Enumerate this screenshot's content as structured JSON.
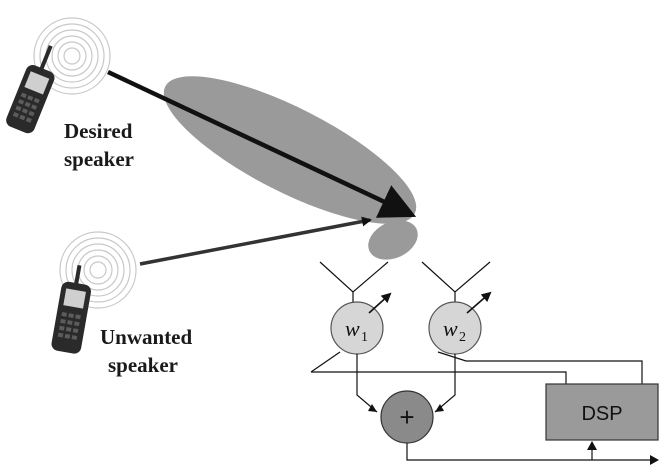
{
  "labels": {
    "desired_line1": "Desired",
    "desired_line2": "speaker",
    "unwanted_line1": "Unwanted",
    "unwanted_line2": "speaker"
  },
  "weights": {
    "w1_letter": "w",
    "w1_sub": "1",
    "w2_letter": "w",
    "w2_sub": "2"
  },
  "adder_symbol": "+",
  "dsp_label": "DSP",
  "colors": {
    "beam_fill": "#9a9a9a",
    "weight_fill": "#d6d6d6",
    "adder_fill": "#8a8a8a",
    "dsp_fill": "#9a9a9a",
    "arrow": "#111111",
    "phone_body": "#2a2a2a"
  }
}
